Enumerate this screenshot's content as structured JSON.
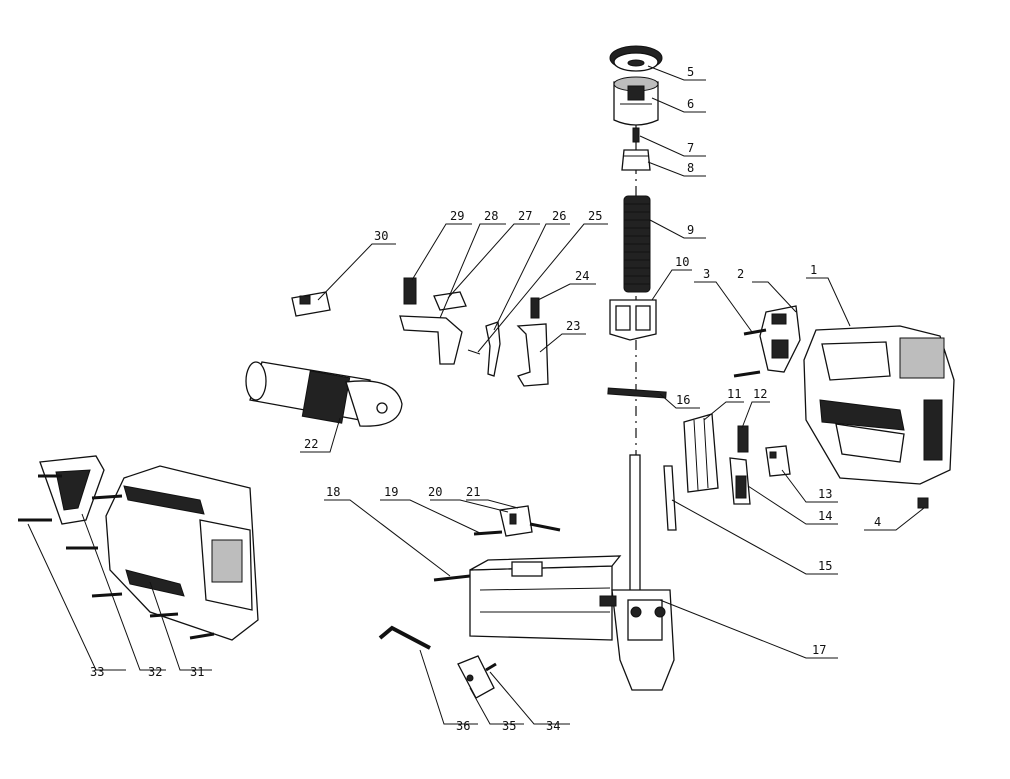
{
  "diagram": {
    "type": "exploded-parts-view",
    "labels": [
      {
        "id": "p1",
        "text": "1"
      },
      {
        "id": "p2",
        "text": "2"
      },
      {
        "id": "p3",
        "text": "3"
      },
      {
        "id": "p4",
        "text": "4"
      },
      {
        "id": "p5",
        "text": "5"
      },
      {
        "id": "p6",
        "text": "6"
      },
      {
        "id": "p7",
        "text": "7"
      },
      {
        "id": "p8",
        "text": "8"
      },
      {
        "id": "p9",
        "text": "9"
      },
      {
        "id": "p10",
        "text": "10"
      },
      {
        "id": "p11",
        "text": "11"
      },
      {
        "id": "p12",
        "text": "12"
      },
      {
        "id": "p13",
        "text": "13"
      },
      {
        "id": "p14",
        "text": "14"
      },
      {
        "id": "p15",
        "text": "15"
      },
      {
        "id": "p16",
        "text": "16"
      },
      {
        "id": "p17",
        "text": "17"
      },
      {
        "id": "p18",
        "text": "18"
      },
      {
        "id": "p19",
        "text": "19"
      },
      {
        "id": "p20",
        "text": "20"
      },
      {
        "id": "p21",
        "text": "21"
      },
      {
        "id": "p22",
        "text": "22"
      },
      {
        "id": "p23",
        "text": "23"
      },
      {
        "id": "p24",
        "text": "24"
      },
      {
        "id": "p25",
        "text": "25"
      },
      {
        "id": "p26",
        "text": "26"
      },
      {
        "id": "p27",
        "text": "27"
      },
      {
        "id": "p28",
        "text": "28"
      },
      {
        "id": "p29",
        "text": "29"
      },
      {
        "id": "p30",
        "text": "30"
      },
      {
        "id": "p31",
        "text": "31"
      },
      {
        "id": "p32",
        "text": "32"
      },
      {
        "id": "p33",
        "text": "33"
      },
      {
        "id": "p34",
        "text": "34"
      },
      {
        "id": "p35",
        "text": "35"
      },
      {
        "id": "p36",
        "text": "36"
      }
    ]
  }
}
